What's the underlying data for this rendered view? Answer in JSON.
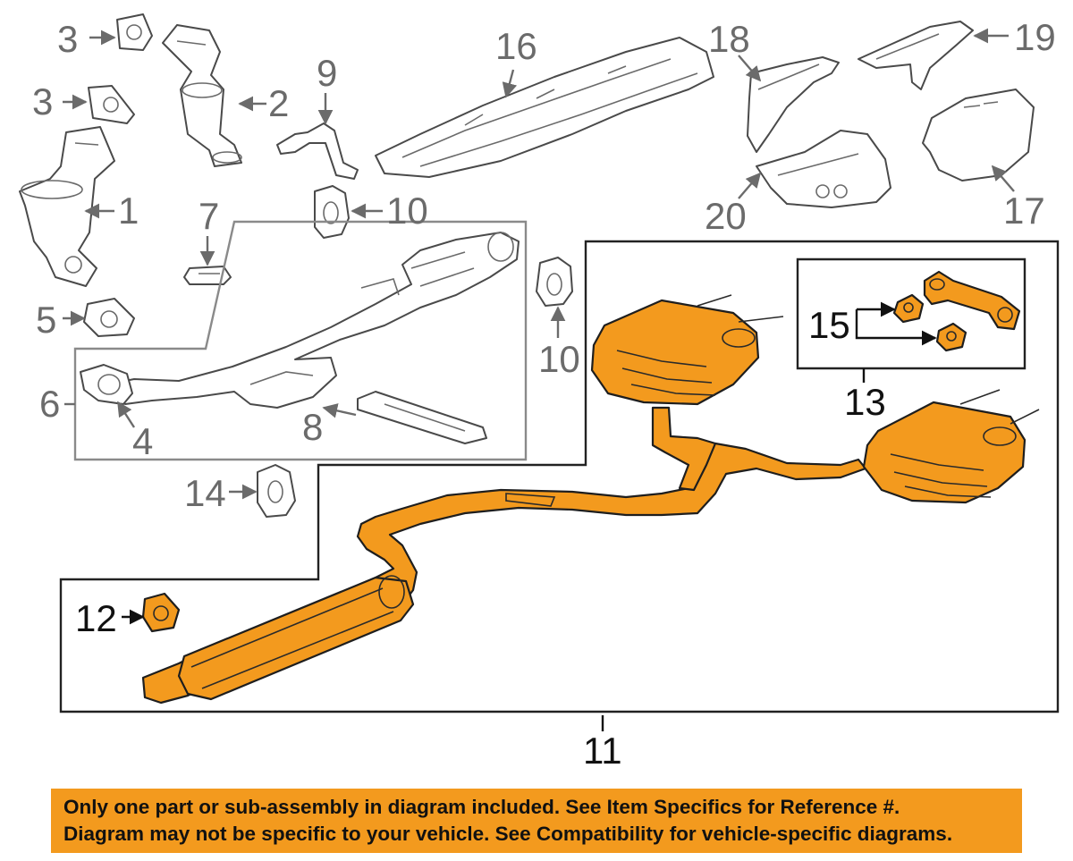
{
  "colors": {
    "highlight": "#f39a1e",
    "gray_part_stroke": "#4a4a4a",
    "gray_label": "#6b6b6b",
    "dark_label": "#111111",
    "banner_bg": "#f39a1e",
    "box_gray": "#8a8a8a",
    "box_dark": "#222222"
  },
  "callouts": {
    "c1": "1",
    "c2": "2",
    "c3a": "3",
    "c3b": "3",
    "c4": "4",
    "c5": "5",
    "c6": "6",
    "c7": "7",
    "c8": "8",
    "c9": "9",
    "c10a": "10",
    "c10b": "10",
    "c11": "11",
    "c12": "12",
    "c13": "13",
    "c14": "14",
    "c15": "15",
    "c16": "16",
    "c17": "17",
    "c18": "18",
    "c19": "19",
    "c20": "20"
  },
  "banner": {
    "line1": "Only one part or sub-assembly in diagram included. See Item Specifics for Reference #.",
    "line2": "Diagram may not be specific to your vehicle. See Compatibility for vehicle-specific diagrams."
  }
}
